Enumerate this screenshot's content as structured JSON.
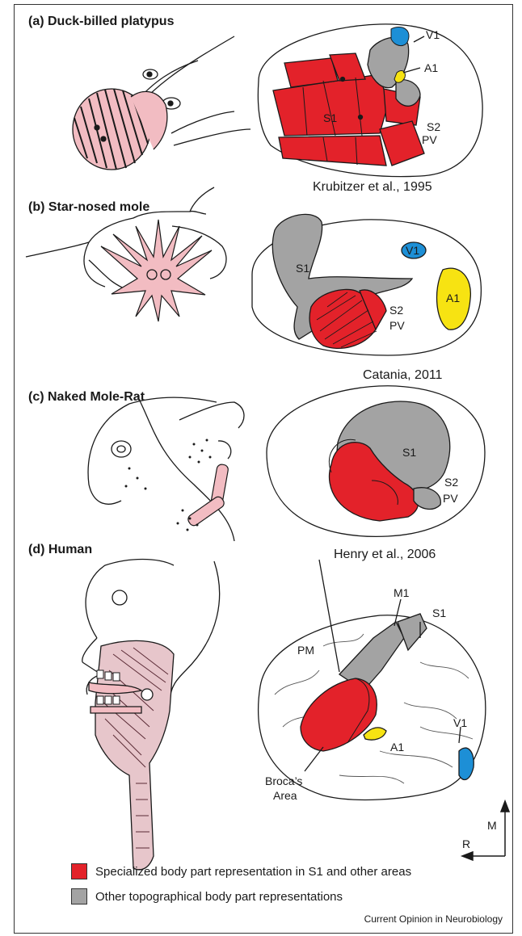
{
  "panels": {
    "a": {
      "title": "(a)  Duck-billed platypus",
      "citation": "Krubitzer et al., 1995",
      "labels": {
        "v1": "V1",
        "a1": "A1",
        "s1": "S1",
        "s2": "S2",
        "pv": "PV"
      }
    },
    "b": {
      "title": "(b) Star-nosed mole",
      "citation": "Catania, 2011",
      "labels": {
        "v1": "V1",
        "a1": "A1",
        "s1": "S1",
        "s2": "S2",
        "pv": "PV"
      }
    },
    "c": {
      "title": "(c) Naked Mole-Rat",
      "citation": "Henry et al., 2006",
      "labels": {
        "s1": "S1",
        "s2": "S2",
        "pv": "PV"
      }
    },
    "d": {
      "title": "(d) Human",
      "labels": {
        "m1": "M1",
        "s1": "S1",
        "pm": "PM",
        "v1": "V1",
        "a1": "A1",
        "broca_1": "Broca’s",
        "broca_2": "Area"
      },
      "orientation": {
        "m": "M",
        "r": "R"
      }
    }
  },
  "legend": {
    "specialized": "Specialized body part representation in S1 and other areas",
    "other": "Other topographical body part representations"
  },
  "colors": {
    "specialized": "#e3222a",
    "other": "#a3a3a3",
    "visual": "#1d8fd6",
    "auditory": "#f7e312",
    "skin": "#f2bcc2"
  },
  "credit": "Current Opinion in Neurobiology"
}
